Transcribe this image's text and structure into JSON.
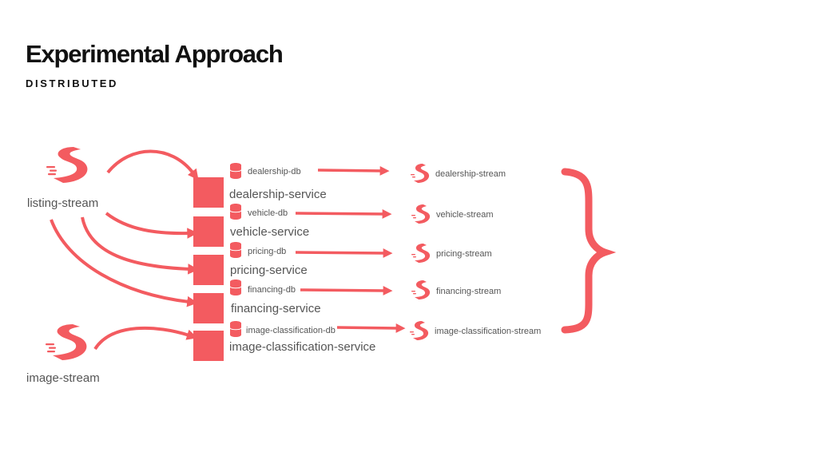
{
  "header": {
    "title": "Experimental Approach",
    "subtitle": "DISTRIBUTED"
  },
  "colors": {
    "accent": "#f35b60",
    "text": "#555555",
    "title": "#111111"
  },
  "icons": {
    "stream": "stream-river-icon",
    "database": "database-cylinder-icon"
  },
  "inputs": [
    {
      "id": "listing",
      "label": "listing-stream"
    },
    {
      "id": "image",
      "label": "image-stream"
    }
  ],
  "services": [
    {
      "id": "dealership",
      "service": "dealership-service",
      "db": "dealership-db",
      "output": "dealership-stream"
    },
    {
      "id": "vehicle",
      "service": "vehicle-service",
      "db": "vehicle-db",
      "output": "vehicle-stream"
    },
    {
      "id": "pricing",
      "service": "pricing-service",
      "db": "pricing-db",
      "output": "pricing-stream"
    },
    {
      "id": "financing",
      "service": "financing-service",
      "db": "financing-db",
      "output": "financing-stream"
    },
    {
      "id": "image-classification",
      "service": "image-classification-service",
      "db": "image-classification-db",
      "output": "image-classification-stream"
    }
  ],
  "connections": [
    {
      "from": "listing-stream",
      "to": "dealership-service"
    },
    {
      "from": "listing-stream",
      "to": "vehicle-service"
    },
    {
      "from": "listing-stream",
      "to": "pricing-service"
    },
    {
      "from": "listing-stream",
      "to": "financing-service"
    },
    {
      "from": "image-stream",
      "to": "image-classification-service"
    }
  ]
}
